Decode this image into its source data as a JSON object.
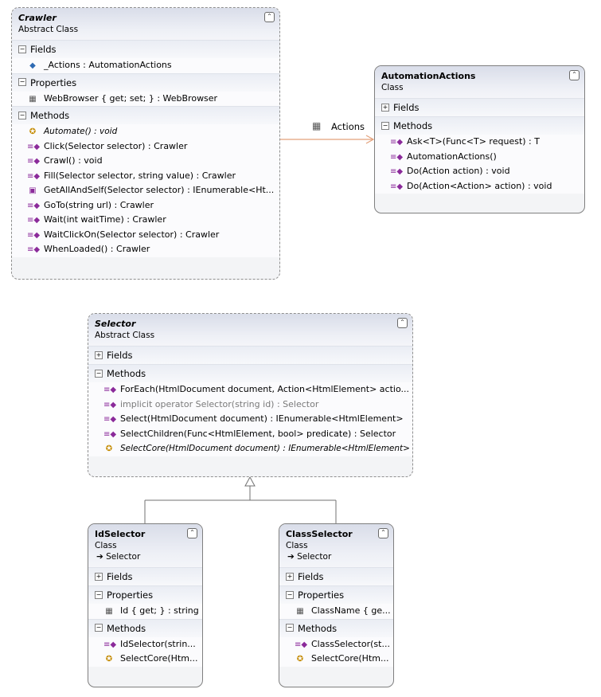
{
  "crawler": {
    "name": "Crawler",
    "stereotype": "Abstract Class",
    "collapse_glyph": "⌃",
    "fields_label": "Fields",
    "fields": [
      "_Actions : AutomationActions"
    ],
    "properties_label": "Properties",
    "properties": [
      "WebBrowser { get; set; } : WebBrowser"
    ],
    "methods_label": "Methods",
    "methods": [
      "Automate() : void",
      "Click(Selector selector) : Crawler",
      "Crawl() : void",
      "Fill(Selector selector, string value) : Crawler",
      "GetAllAndSelf(Selector  selector)  : IEnumerable<Ht...",
      "GoTo(string url) : Crawler",
      "Wait(int waitTime) : Crawler",
      "WaitClickOn(Selector selector) : Crawler",
      "WhenLoaded() : Crawler"
    ]
  },
  "automation_actions": {
    "name": "AutomationActions",
    "stereotype": "Class",
    "fields_label": "Fields",
    "methods_label": "Methods",
    "methods": [
      "Ask<T>(Func<T> request) : T",
      "AutomationActions()",
      "Do(Action action) : void",
      "Do(Action<Action> action) : void"
    ]
  },
  "association": {
    "label": "Actions"
  },
  "selector": {
    "name": "Selector",
    "stereotype": "Abstract Class",
    "fields_label": "Fields",
    "methods_label": "Methods",
    "methods": [
      "ForEach(HtmlDocument  document,  Action<HtmlElement>  actio...",
      "implicit operator Selector(string id) : Selector",
      "Select(HtmlDocument document) : IEnumerable<HtmlElement>",
      "SelectChildren(Func<HtmlElement, bool> predicate) : Selector",
      "SelectCore(HtmlDocument document) : IEnumerable<HtmlElement>"
    ]
  },
  "id_selector": {
    "name": "IdSelector",
    "stereotype": "Class",
    "base": "➔ Selector",
    "fields_label": "Fields",
    "properties_label": "Properties",
    "properties": [
      "Id { get; } : string"
    ],
    "methods_label": "Methods",
    "methods": [
      "IdSelector(strin...",
      "SelectCore(Htm..."
    ]
  },
  "class_selector": {
    "name": "ClassSelector",
    "stereotype": "Class",
    "base": "➔ Selector",
    "fields_label": "Fields",
    "properties_label": "Properties",
    "properties": [
      "ClassName { ge..."
    ],
    "methods_label": "Methods",
    "methods": [
      "ClassSelector(st...",
      "SelectCore(Htm..."
    ]
  },
  "icons": {
    "method": "method-icon",
    "field": "field-icon",
    "property": "property-icon",
    "overridable": "overridable-method-icon"
  },
  "colors": {
    "association_line": "#e3a07a",
    "inheritance_line": "#707070",
    "header": "#d9dde9"
  }
}
